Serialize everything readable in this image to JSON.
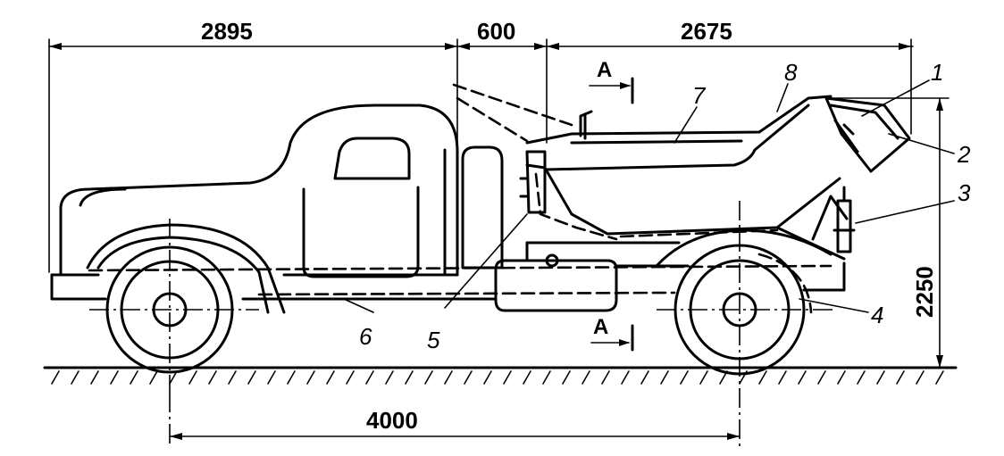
{
  "dimensions": {
    "cab_length": "2895",
    "gap": "600",
    "body_length": "2675",
    "wheelbase": "4000",
    "height": "2250"
  },
  "callouts": [
    "1",
    "2",
    "3",
    "4",
    "5",
    "6",
    "7",
    "8"
  ],
  "section_mark": "A",
  "colors": {
    "ink": "#000000",
    "paper": "#ffffff"
  }
}
